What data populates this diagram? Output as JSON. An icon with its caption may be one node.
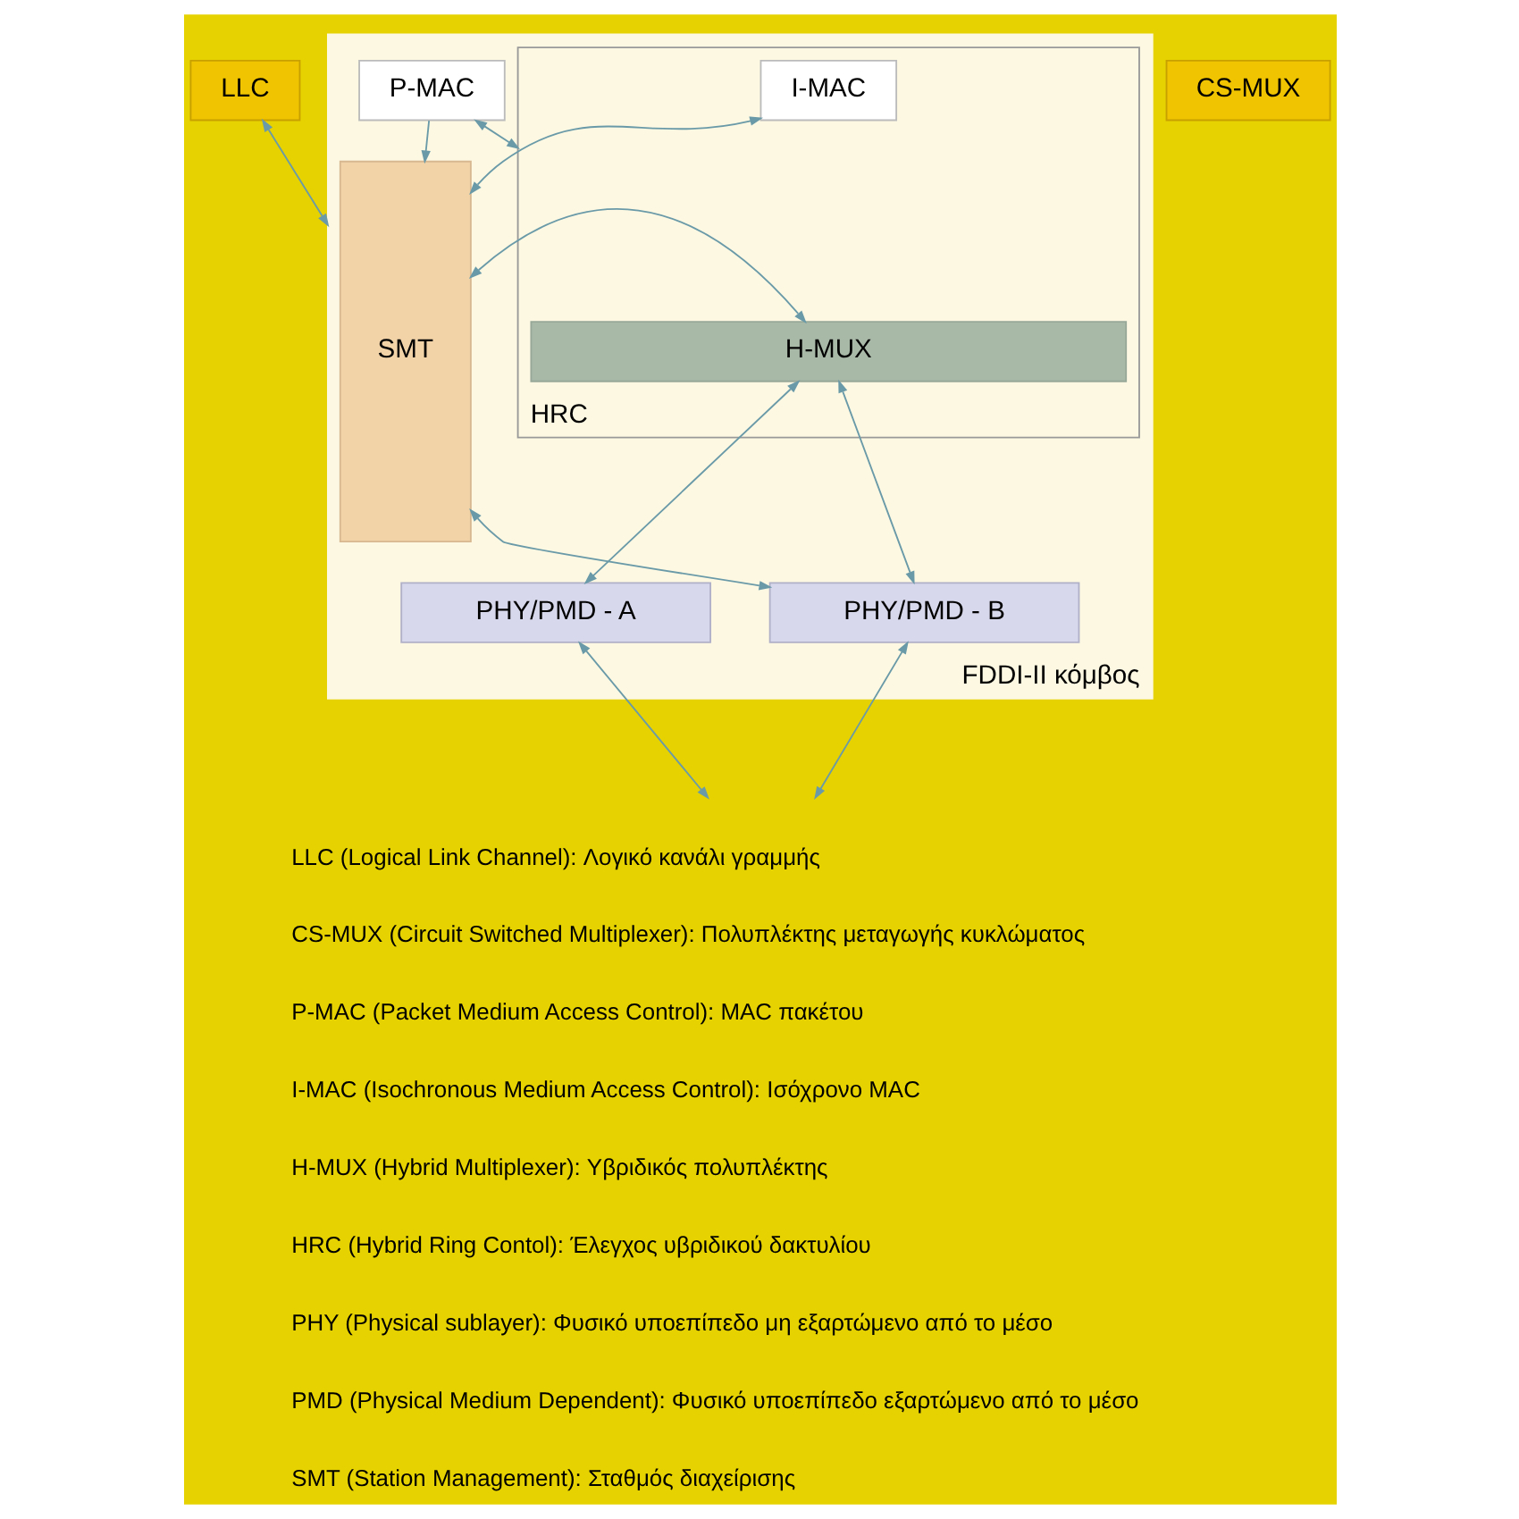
{
  "diagram": {
    "nodes": [
      {
        "text": [
          "LLC"
        ]
      },
      {
        "text": [
          "CS-MUX"
        ]
      },
      {
        "text": [
          "FDDI-II κόμβος"
        ]
      },
      {
        "text": [
          "P-MAC"
        ],
        "in": 2
      },
      {
        "text": [
          "HRC"
        ],
        "in": 2
      },
      {
        "text": [
          "I-MAC"
        ],
        "in": 4
      },
      {
        "text": [
          "H-MUX"
        ],
        "in": 4
      },
      {
        "text": [
          "PHY/PMD - A"
        ],
        "in": 2
      },
      {
        "text": [
          "PHY/PMD - B"
        ],
        "in": 2
      },
      {
        "text": [
          "SMT"
        ],
        "in": 2
      }
    ],
    "edges": [
      {
        "from": 2,
        "to": 0,
        "arrow": "both"
      },
      {
        "from": 3,
        "to": 9,
        "arrow": "to"
      },
      {
        "from": 3,
        "to": 4,
        "arrow": "both"
      },
      {
        "from": 5,
        "to": 9,
        "arrow": "both"
      },
      {
        "from": 6,
        "to": 9,
        "arrow": "both"
      },
      {
        "from": 6,
        "to": 7,
        "arrow": "both"
      },
      {
        "from": 6,
        "to": 8,
        "arrow": "both"
      },
      {
        "from": 8,
        "to": 9,
        "arrow": "both"
      },
      {
        "from": 7,
        "to": null,
        "arrow": "both"
      },
      {
        "from": 8,
        "to": null,
        "arrow": "both"
      }
    ],
    "labels": [
      "LLC (Logical Link Channel): Λογικό κανάλι γραμμής",
      "CS-MUX (Circuit Switched Multiplexer): Πολυπλέκτης μεταγωγής κυκλώματος",
      "P-MAC (Packet Medium Access Control): MAC πακέτου",
      "I-MAC (Isochronous Medium Access Control): Ισόχρονο MAC",
      "H-MUX (Hybrid Multiplexer): Υβριδικός πολυπλέκτης",
      "HRC (Hybrid Ring Contol): Έλεγχος υβριδικού δακτυλίου",
      "PHY (Physical sublayer): Φυσικό υποεπίπεδο μη εξαρτώμενο από το μέσο",
      "PMD (Physical Medium Dependent): Φυσικό υποεπίπεδο εξαρτώμενο από το μέσο",
      "SMT (Station Management): Σταθμός διαχείρισης"
    ]
  }
}
